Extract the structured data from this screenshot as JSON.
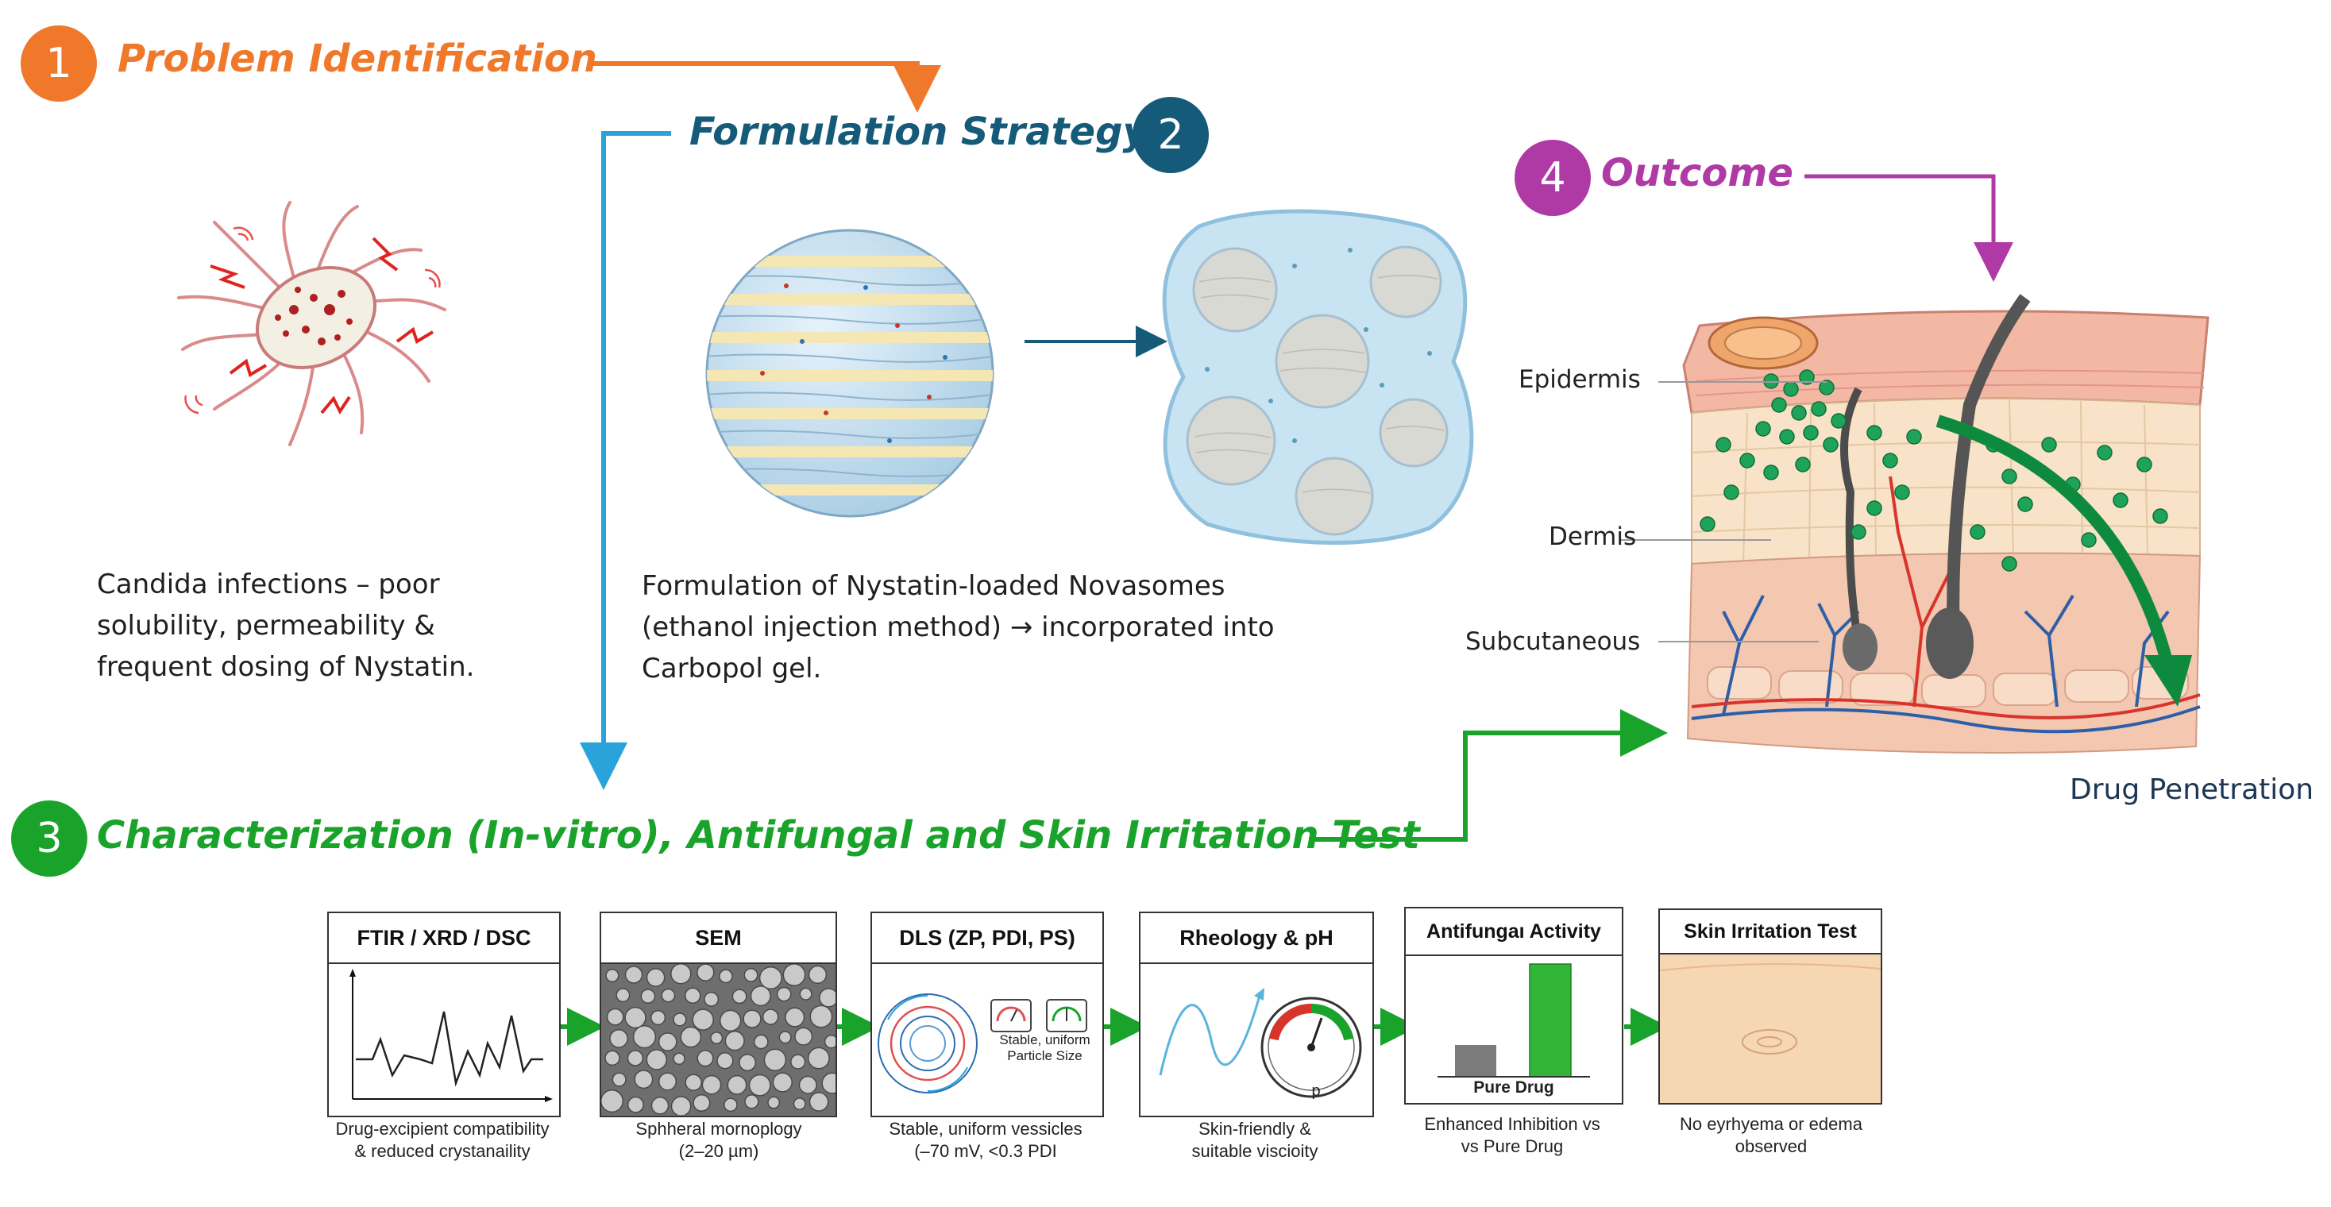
{
  "steps": [
    {
      "number": "1",
      "title": "Problem Identification",
      "color": "#f0782a"
    },
    {
      "number": "2",
      "title": "Formulation Strategy",
      "color": "#155a78"
    },
    {
      "number": "3",
      "title": "Characterization (In-vitro), Antifungal and Skin Irritation Test",
      "color": "#1aa32a"
    },
    {
      "number": "4",
      "title": "Outcome",
      "color": "#b03aa5"
    }
  ],
  "colors": {
    "orange": "#f0782a",
    "blue_line": "#29a3d9",
    "navy": "#155a78",
    "green": "#1aa32a",
    "purple": "#b03aa5"
  },
  "problem_text": [
    "Candida infections – poor",
    "solubility, permeability &",
    "frequent dosing of Nystatin."
  ],
  "formulation_text": [
    "Formulation of Nystatin-loaded Novasomes",
    "(ethanol injection method) → incorporated into",
    "Carbopol gel."
  ],
  "skin_layers": [
    "Epidermis",
    "Dermis",
    "Subcutaneous"
  ],
  "penetration_label": "Drug Penetration",
  "tests": [
    {
      "title": "FTIR / XRD / DSC",
      "caption": [
        "Drug-excipient compatibility",
        "& reduced crystanaility"
      ]
    },
    {
      "title": "SEM",
      "caption": [
        "Sphheral mornoplogy",
        "(2–20 µm)"
      ]
    },
    {
      "title": "DLS (ZP, PDI, PS)",
      "caption": [
        "Stable, uniform vessicles",
        "(–70 mV, <0.3 PDI"
      ],
      "inner_label": [
        "Stable, uniform",
        "Particle Size"
      ]
    },
    {
      "title": "Rheology & pH",
      "caption": [
        "Skin-friendly &",
        "suitable viscioity"
      ],
      "gauge_label": "p"
    },
    {
      "title": "Antifungaı Activity",
      "caption": [
        "Enhanced Inhibition vs",
        "vs Pure Drug"
      ],
      "inner_label": "Pure Drug"
    },
    {
      "title": "Skin Irritation Test",
      "caption": [
        "No eyrhyema or edema",
        "observed"
      ]
    }
  ]
}
